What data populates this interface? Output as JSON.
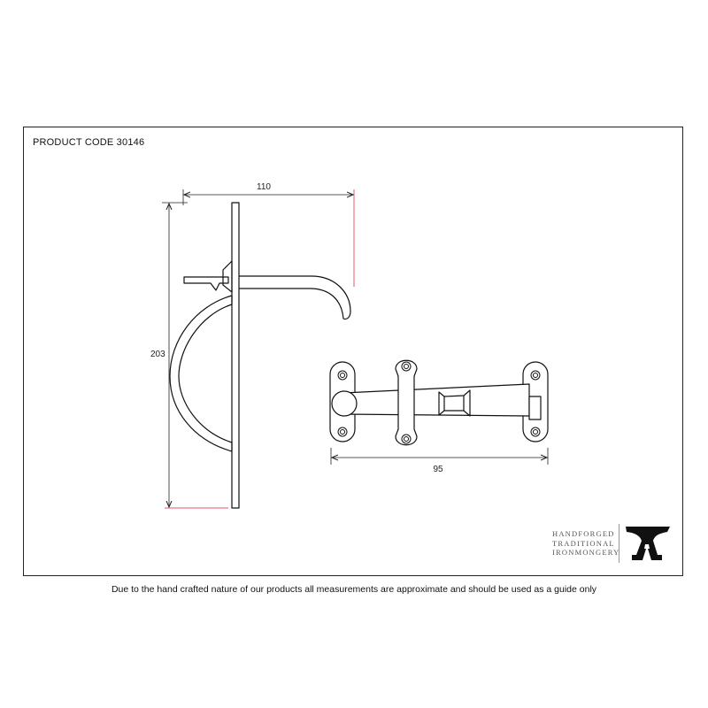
{
  "header": {
    "product_code": "PRODUCT CODE 30146"
  },
  "dimensions": {
    "width_top": "110",
    "height_left": "203",
    "width_bottom": "95"
  },
  "brand": {
    "lines": [
      "HANDFORGED",
      "TRADITIONAL",
      "IRONMONGERY"
    ],
    "logo_letter": "A"
  },
  "footer": {
    "disclaimer": "Due to the hand crafted nature of our products all measurements are approximate and should be used as a guide only"
  },
  "colors": {
    "outline": "#111111",
    "dimension_line": "#222222",
    "extension_accent": "#e05a6a",
    "brand_text": "#555555"
  }
}
